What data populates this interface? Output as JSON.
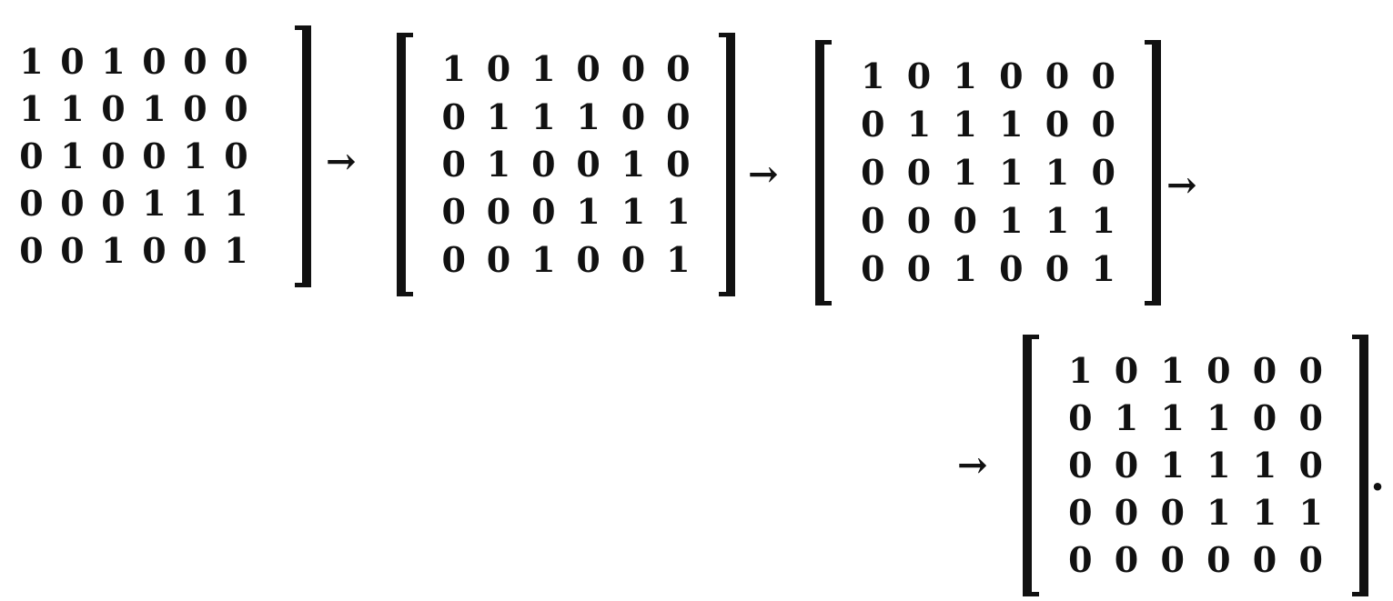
{
  "matrices": [
    {
      "rows": [
        [
          "1",
          "0",
          "1",
          "0",
          "0",
          "0"
        ],
        [
          "1",
          "1",
          "0",
          "1",
          "0",
          "0"
        ],
        [
          "0",
          "1",
          "0",
          "0",
          "1",
          "0"
        ],
        [
          "0",
          "0",
          "0",
          "1",
          "1",
          "1"
        ],
        [
          "0",
          "0",
          "1",
          "0",
          "0",
          "1"
        ]
      ]
    },
    {
      "rows": [
        [
          "1",
          "0",
          "1",
          "0",
          "0",
          "0"
        ],
        [
          "0",
          "1",
          "1",
          "1",
          "0",
          "0"
        ],
        [
          "0",
          "1",
          "0",
          "0",
          "1",
          "0"
        ],
        [
          "0",
          "0",
          "0",
          "1",
          "1",
          "1"
        ],
        [
          "0",
          "0",
          "1",
          "0",
          "0",
          "1"
        ]
      ]
    },
    {
      "rows": [
        [
          "1",
          "0",
          "1",
          "0",
          "0",
          "0"
        ],
        [
          "0",
          "1",
          "1",
          "1",
          "0",
          "0"
        ],
        [
          "0",
          "0",
          "1",
          "1",
          "1",
          "0"
        ],
        [
          "0",
          "0",
          "0",
          "1",
          "1",
          "1"
        ],
        [
          "0",
          "0",
          "1",
          "0",
          "0",
          "1"
        ]
      ]
    },
    {
      "rows": [
        [
          "1",
          "0",
          "1",
          "0",
          "0",
          "0"
        ],
        [
          "0",
          "1",
          "1",
          "1",
          "0",
          "0"
        ],
        [
          "0",
          "0",
          "1",
          "1",
          "1",
          "0"
        ],
        [
          "0",
          "0",
          "0",
          "1",
          "1",
          "1"
        ],
        [
          "0",
          "0",
          "0",
          "0",
          "0",
          "0"
        ]
      ]
    }
  ],
  "arrow_symbol": "→",
  "end_punctuation": "."
}
